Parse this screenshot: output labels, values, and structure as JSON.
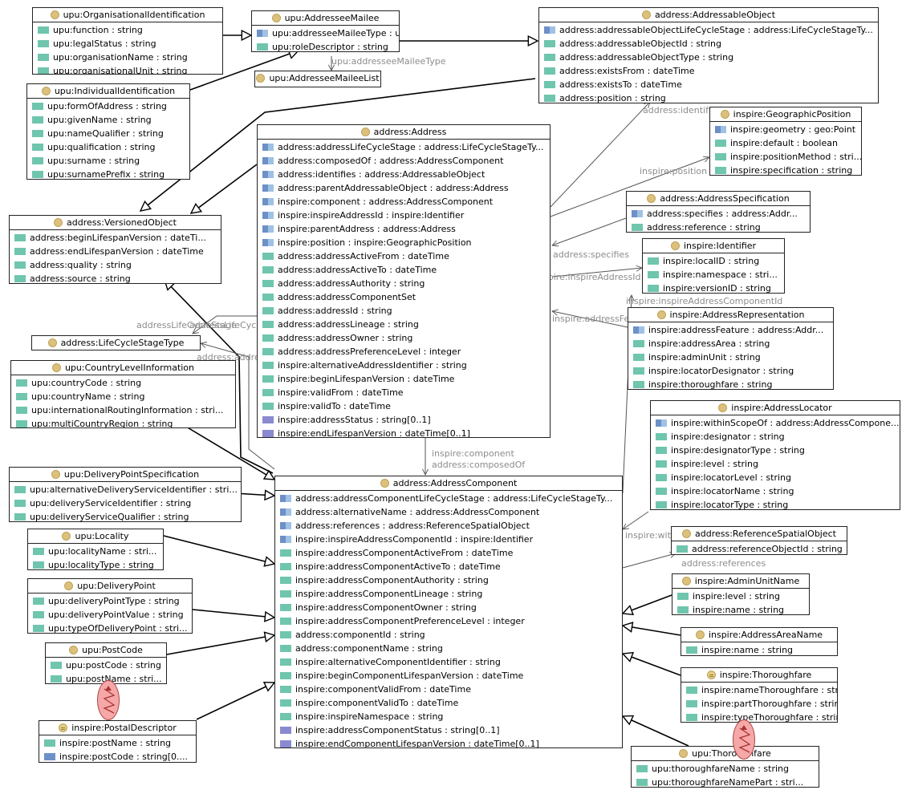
{
  "classes": {
    "org": {
      "name": "upu:OrganisationalIdentification",
      "attrs": [
        "upu:function : string",
        "upu:legalStatus : string",
        "upu:organisationName : string",
        "upu:organisationalUnit : string"
      ]
    },
    "mailee": {
      "name": "upu:AddresseeMailee",
      "attrs": [
        "upu:addresseeMaileeType : upu:AddresseeMaileeL...",
        "upu:roleDescriptor : string"
      ]
    },
    "maileeList": {
      "name": "upu:AddresseeMaileeList",
      "attrs": []
    },
    "addrObj": {
      "name": "address:AddressableObject",
      "attrs": [
        "address:addressableObjectLifeCycleStage : address:LifeCycleStageTy...",
        "address:addressableObjectId : string",
        "address:addressableObjectType : string",
        "address:existsFrom : dateTime",
        "address:existsTo : dateTime",
        "address:position : string"
      ]
    },
    "indiv": {
      "name": "upu:IndividualIdentification",
      "attrs": [
        "upu:formOfAddress : string",
        "upu:givenName : string",
        "upu:nameQualifier : string",
        "upu:qualification : string",
        "upu:surname : string",
        "upu:surnamePrefix : string"
      ]
    },
    "address": {
      "name": "address:Address",
      "attrs": [
        "address:addressLifeCycleStage : address:LifeCycleStageTy...",
        "address:composedOf : address:AddressComponent",
        "address:identifies : address:AddressableObject",
        "address:parentAddressableObject : address:Address",
        "inspire:component : address:AddressComponent",
        "inspire:inspireAddressId : inspire:Identifier",
        "inspire:parentAddress : address:Address",
        "inspire:position : inspire:GeographicPosition",
        "address:addressActiveFrom : dateTime",
        "address:addressActiveTo : dateTime",
        "address:addressAuthority : string",
        "address:addressComponentSet",
        "address:addressId : string",
        "address:addressLineage : string",
        "address:addressOwner : string",
        "address:addressPreferenceLevel : integer",
        "inspire:alternativeAddressIdentifier : string",
        "inspire:beginLifespanVersion : dateTime",
        "inspire:validFrom : dateTime",
        "inspire:validTo : dateTime",
        "inspire:addressStatus : string[0..1]",
        "inspire:endLifespanVersion : dateTime[0..1]"
      ]
    },
    "geoPos": {
      "name": "inspire:GeographicPosition",
      "attrs": [
        "inspire:geometry : geo:Point",
        "inspire:default : boolean",
        "inspire:positionMethod : stri...",
        "inspire:specification : string"
      ]
    },
    "versioned": {
      "name": "address:VersionedObject",
      "attrs": [
        "address:beginLifespanVersion : dateTi...",
        "address:endLifespanVersion : dateTime",
        "address:quality : string",
        "address:source : string"
      ]
    },
    "addrSpec": {
      "name": "address:AddressSpecification",
      "attrs": [
        "address:specifies : address:Addr...",
        "address:reference : string"
      ]
    },
    "identifier": {
      "name": "inspire:Identifier",
      "attrs": [
        "inspire:localID : string",
        "inspire:namespace : stri...",
        "inspire:versionID : string"
      ]
    },
    "lifeCycle": {
      "name": "address:LifeCycleStageType",
      "attrs": []
    },
    "addrRep": {
      "name": "inspire:AddressRepresentation",
      "attrs": [
        "inspire:addressFeature : address:Addr...",
        "inspire:addressArea : string",
        "inspire:adminUnit : string",
        "inspire:locatorDesignator : string",
        "inspire:thoroughfare : string"
      ]
    },
    "country": {
      "name": "upu:CountryLevelInformation",
      "attrs": [
        "upu:countryCode : string",
        "upu:countryName : string",
        "upu:internationalRoutingInformation : stri...",
        "upu:multiCountryRegion : string"
      ]
    },
    "locator": {
      "name": "inspire:AddressLocator",
      "attrs": [
        "inspire:withinScopeOf : address:AddressCompone...",
        "inspire:designator : string",
        "inspire:designatorType : string",
        "inspire:level : string",
        "inspire:locatorLevel : string",
        "inspire:locatorName : string",
        "inspire:locatorType : string"
      ]
    },
    "dps": {
      "name": "upu:DeliveryPointSpecification",
      "attrs": [
        "upu:alternativeDeliveryServiceIdentifier : stri...",
        "upu:deliveryServiceIdentifier : string",
        "upu:deliveryServiceQualifier : string"
      ]
    },
    "component": {
      "name": "address:AddressComponent",
      "attrs": [
        "address:addressComponentLifeCycleStage : address:LifeCycleStageTy...",
        "address:alternativeName : address:AddressComponent",
        "address:references : address:ReferenceSpatialObject",
        "inspire:inspireAddressComponentId : inspire:Identifier",
        "inspire:addressComponentActiveFrom : dateTime",
        "inspire:addressComponentActiveTo : dateTime",
        "inspire:addressComponentAuthority : string",
        "inspire:addressComponentLineage : string",
        "inspire:addressComponentOwner : string",
        "inspire:addressComponentPreferenceLevel : integer",
        "address:componentId : string",
        "address:componentName : string",
        "inspire:alternativeComponentIdentifier : string",
        "inspire:beginComponentLifespanVersion : dateTime",
        "inspire:componentValidFrom : dateTime",
        "inspire:componentValidTo : dateTime",
        "inspire:inspireNamespace : string",
        "inspire:addressComponentStatus : string[0..1]",
        "inspire:endComponentLifespanVersion : dateTime[0..1]"
      ]
    },
    "locality": {
      "name": "upu:Locality",
      "attrs": [
        "upu:localityName : stri...",
        "upu:localityType : string"
      ]
    },
    "refSpatial": {
      "name": "address:ReferenceSpatialObject",
      "attrs": [
        "address:referenceObjectId : string"
      ]
    },
    "adminUnit": {
      "name": "inspire:AdminUnitName",
      "attrs": [
        "inspire:level : string",
        "inspire:name : string"
      ]
    },
    "deliveryPoint": {
      "name": "upu:DeliveryPoint",
      "attrs": [
        "upu:deliveryPointType : string",
        "upu:deliveryPointValue : string",
        "upu:typeOfDeliveryPoint : stri..."
      ]
    },
    "areaName": {
      "name": "inspire:AddressAreaName",
      "attrs": [
        "inspire:name : string"
      ]
    },
    "postCode": {
      "name": "upu:PostCode",
      "attrs": [
        "upu:postCode : string",
        "upu:postName : stri..."
      ]
    },
    "inspThoroughfare": {
      "name": "inspire:Thoroughfare",
      "attrs": [
        "inspire:nameThoroughfare : stri...",
        "inspire:partThoroughfare : string",
        "inspire:typeThoroughfare : string"
      ]
    },
    "postalDesc": {
      "name": "inspire:PostalDescriptor",
      "attrs": [
        "inspire:postName : string",
        "inspire:postCode : string[0...."
      ]
    },
    "upuThoroughfare": {
      "name": "upu:Thoroughfare",
      "attrs": [
        "upu:thoroughfareName : string",
        "upu:thoroughfareNamePart : stri..."
      ]
    }
  },
  "edge_labels": {
    "addresseeMaileeType": "upu:addresseeMaileeType",
    "identifies": "address:identifies",
    "position": "inspire:position",
    "specifies": "address:specifies",
    "inspireAddressId": "inspire:inspireAddressId",
    "inspireAddressComponentId": "inspire:inspireAddressComponentId",
    "addressFeature": "inspire:addressFeature",
    "lifeCycleStage": "addressLifeCycleStage",
    "componentLifeCycleStage": "address:addressComponentLifeCycleStage",
    "component": "inspire:component",
    "composedOf": "address:composedOf",
    "withinScopeOf": "inspire:withinScopeOf",
    "references": "address:references"
  }
}
